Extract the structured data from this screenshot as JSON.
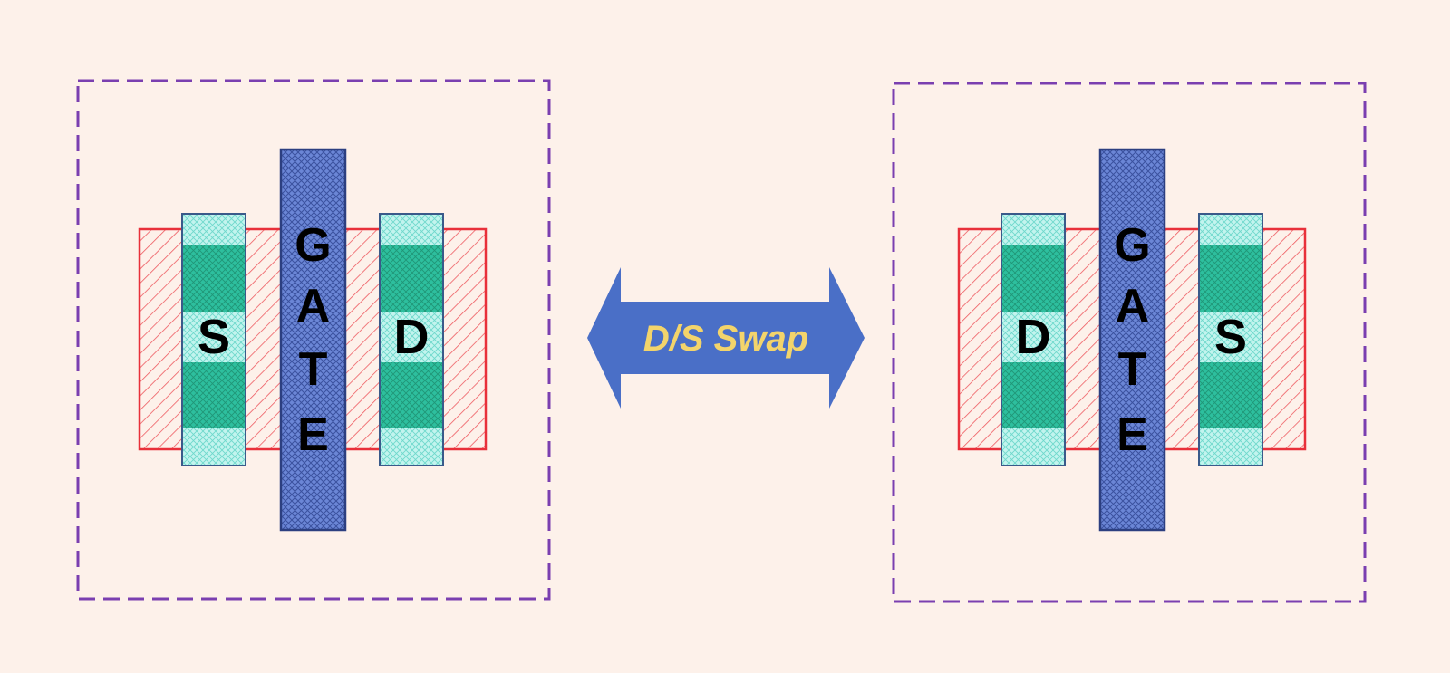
{
  "colors": {
    "background": "#fdf1ea",
    "cell_border": "#7a3fb0",
    "diffusion": "#e8303a",
    "gate": "#5470c6",
    "gate_dark": "#2c3f80",
    "contact_light": "#b9f2ec",
    "contact_dark": "#27b597",
    "contact_border": "#3a5a8a",
    "arrow": "#4a6fc7",
    "arrow_text": "#f3d46b"
  },
  "left_transistor": {
    "gate_label": [
      "G",
      "A",
      "T",
      "E"
    ],
    "left_terminal": "S",
    "right_terminal": "D"
  },
  "right_transistor": {
    "gate_label": [
      "G",
      "A",
      "T",
      "E"
    ],
    "left_terminal": "D",
    "right_terminal": "S"
  },
  "swap_arrow": {
    "label": "D/S Swap"
  }
}
